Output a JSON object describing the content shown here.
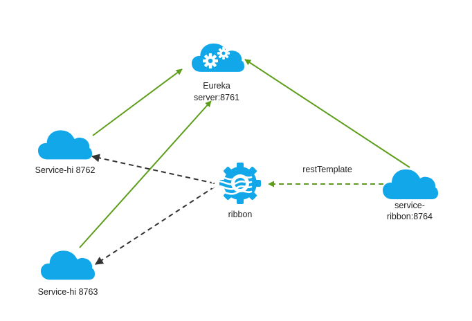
{
  "colors": {
    "cloud": "#11a7e8",
    "green_arrow": "#5c9e1a",
    "dark_arrow": "#333333",
    "text": "#222222",
    "gear": "#ffffff"
  },
  "nodes": {
    "eureka": {
      "line1": "Eureka",
      "line2": "server:8761",
      "icon": "cloud-gears-icon"
    },
    "service_hi_8762": {
      "label": "Service-hi 8762",
      "icon": "cloud-icon"
    },
    "service_hi_8763": {
      "label": "Service-hi 8763",
      "icon": "cloud-icon"
    },
    "ribbon": {
      "label": "ribbon",
      "icon": "ribbon-gear-icon"
    },
    "service_ribbon": {
      "line1": "service-",
      "line2": "ribbon:8764",
      "icon": "cloud-icon"
    }
  },
  "edges": {
    "rest_template": {
      "label": "restTemplate"
    }
  }
}
